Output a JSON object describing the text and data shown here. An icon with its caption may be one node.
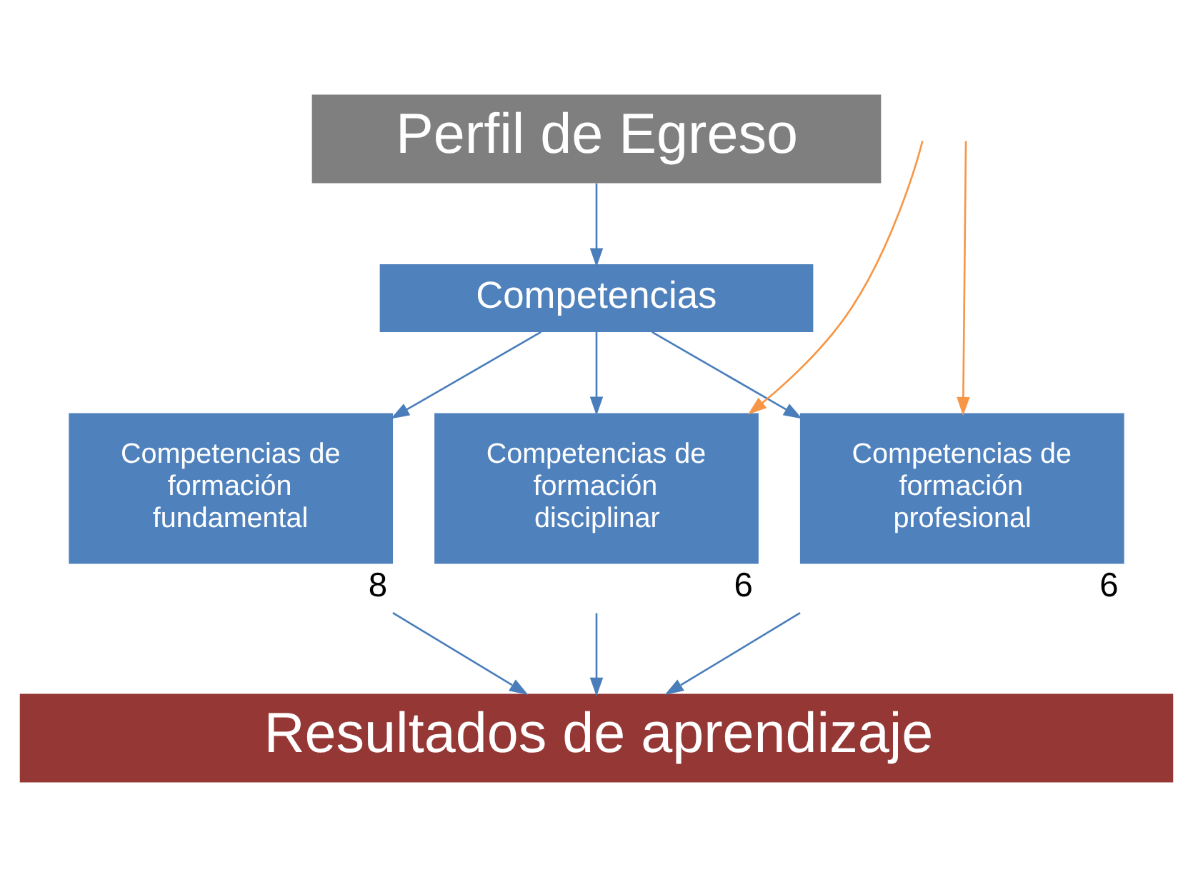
{
  "diagram": {
    "nodes": [
      {
        "text": [
          "Perfil de Egreso"
        ]
      },
      {
        "text": [
          "Competencias"
        ]
      },
      {
        "text": [
          "Competencias de formación fundamental"
        ],
        "beside": [
          "8"
        ]
      },
      {
        "text": [
          "Competencias de formación disciplinar"
        ],
        "beside": [
          "6"
        ]
      },
      {
        "text": [
          "Competencias de formación profesional"
        ],
        "beside": [
          "6"
        ]
      },
      {
        "text": [
          "Resultados de aprendizaje"
        ]
      }
    ],
    "edges": [
      {
        "from": 0,
        "to": 1,
        "arrow": "to"
      },
      {
        "from": 1,
        "to": 2,
        "arrow": "to"
      },
      {
        "from": 1,
        "to": 3,
        "arrow": "to"
      },
      {
        "from": 1,
        "to": 4,
        "arrow": "to"
      },
      {
        "from": null,
        "to": 3,
        "arrow": "to",
        "color": "#f79646"
      },
      {
        "from": null,
        "to": 4,
        "arrow": "to",
        "color": "#f79646"
      },
      {
        "from": 2,
        "to": 5,
        "arrow": "to"
      },
      {
        "from": 3,
        "to": 5,
        "arrow": "to"
      },
      {
        "from": 4,
        "to": 5,
        "arrow": "to"
      }
    ]
  }
}
